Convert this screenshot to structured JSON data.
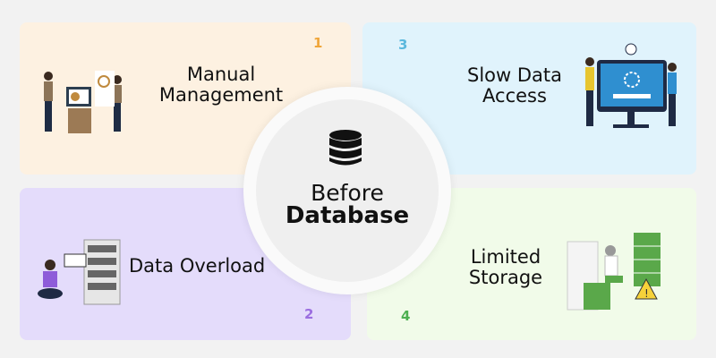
{
  "center": {
    "line1": "Before",
    "line2": "Database",
    "icon": "database-icon"
  },
  "cards": [
    {
      "number": "1",
      "title_lines": [
        "Manual",
        "Management"
      ],
      "color": "#f0a63a"
    },
    {
      "number": "2",
      "title_lines": [
        "Data Overload"
      ],
      "color": "#9b6ee0"
    },
    {
      "number": "3",
      "title_lines": [
        "Slow Data",
        "Access"
      ],
      "color": "#5bb8dd"
    },
    {
      "number": "4",
      "title_lines": [
        "Limited",
        "Storage"
      ],
      "color": "#4caf50"
    }
  ]
}
